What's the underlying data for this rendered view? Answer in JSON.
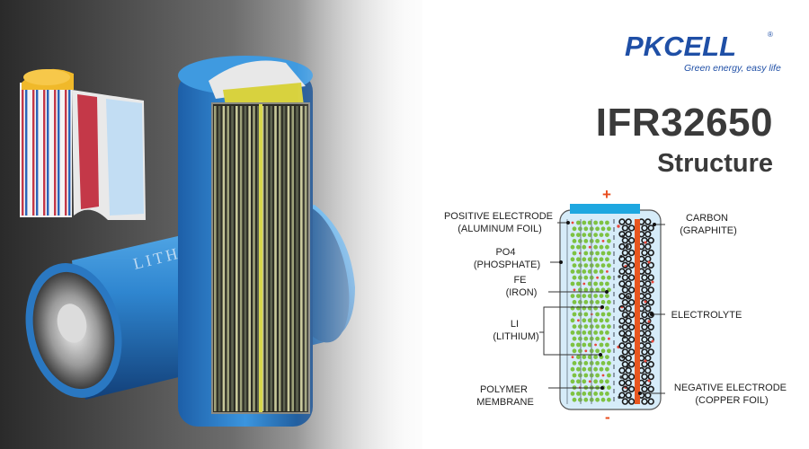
{
  "brand": {
    "logo_text_left": "PK",
    "logo_text_right": "CELL",
    "tagline": "Green energy, easy life",
    "registered": "®",
    "colors": {
      "blue": "#1f4fa6",
      "red": "#e3262d"
    }
  },
  "heading": {
    "title": "IFR32650",
    "subtitle": "Structure"
  },
  "photo": {
    "cell_print": "LITHIU"
  },
  "diagram": {
    "positive_sign": "+",
    "negative_sign": "-",
    "labels_left": [
      {
        "id": "positive-electrode",
        "lines": [
          "POSITIVE ELECTRODE",
          "(ALUMINUM FOIL)"
        ]
      },
      {
        "id": "po4",
        "lines": [
          "PO4",
          "(PHOSPHATE)"
        ]
      },
      {
        "id": "fe",
        "lines": [
          "FE",
          "(IRON)"
        ]
      },
      {
        "id": "li",
        "lines": [
          "LI",
          "(LITHIUM)"
        ]
      },
      {
        "id": "polymer-membrane",
        "lines": [
          "POLYMER",
          "MEMBRANE"
        ]
      }
    ],
    "labels_right": [
      {
        "id": "carbon",
        "lines": [
          "CARBON",
          "(GRAPHITE)"
        ]
      },
      {
        "id": "electrolyte",
        "lines": [
          "ELECTROLYTE"
        ]
      },
      {
        "id": "negative-electrode",
        "lines": [
          "NEGATIVE ELECTRODE",
          "(COPPER FOIL)"
        ]
      }
    ],
    "colors": {
      "container": "#d6ecf9",
      "cap": "#1ea7e0",
      "cathode_particles": [
        "#7ec242",
        "#e8473a"
      ],
      "anode": "#1b1b1b",
      "copper_foil": "#e8561f"
    }
  }
}
